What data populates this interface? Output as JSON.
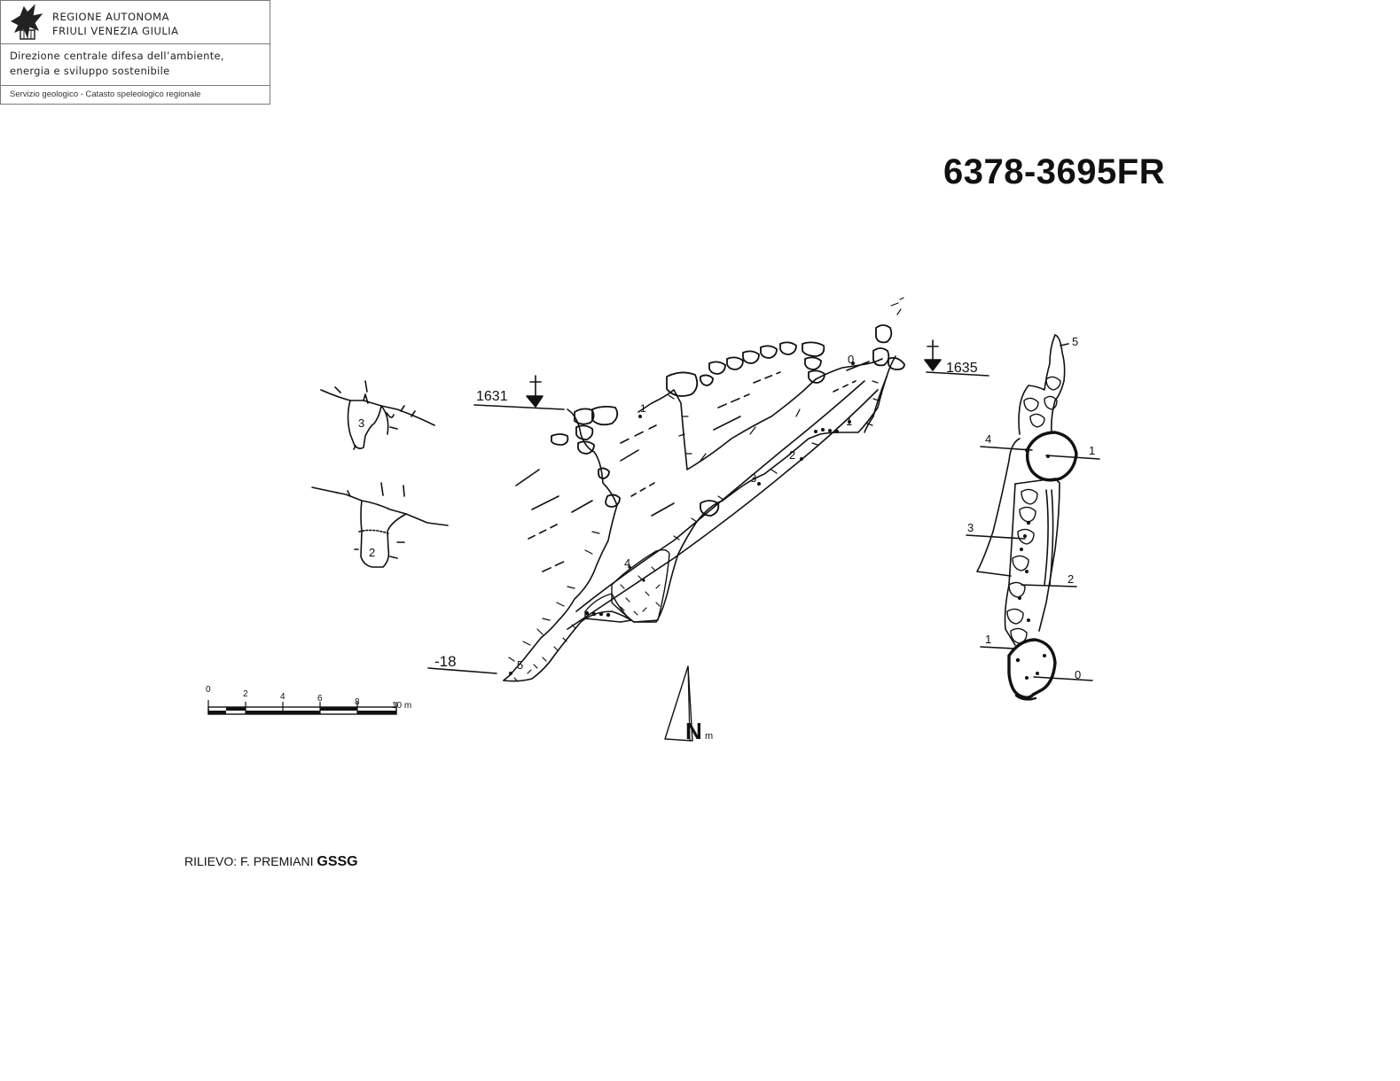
{
  "header": {
    "region_line1": "REGIONE AUTONOMA",
    "region_line2": "FRIULI VENEZIA GIULIA",
    "direction_line1": "Direzione centrale difesa dell’ambiente,",
    "direction_line2": "energia e sviluppo sostenibile",
    "service": "Servizio geologico - Catasto speleologico regionale"
  },
  "cave_code": "6378-3695FR",
  "profile": {
    "entrance_left_elevation": "1631",
    "entrance_right_elevation": "1635",
    "depth_label": "-18",
    "stations": [
      "0",
      "1",
      "2",
      "3",
      "4",
      "5"
    ],
    "upper_station": "1"
  },
  "cross_sections": {
    "section_3": "3",
    "section_2": "2"
  },
  "plan": {
    "stations": [
      "0",
      "1",
      "2",
      "3",
      "4",
      "5"
    ]
  },
  "scale_bar": {
    "ticks": [
      "0",
      "2",
      "4",
      "6",
      "8",
      "10 m"
    ]
  },
  "north_arrow": {
    "letter": "N",
    "sub": "m"
  },
  "credit": {
    "prefix": "RILIEVO:  F. PREMIANI ",
    "group": "GSSG"
  },
  "colors": {
    "ink": "#111111",
    "border": "#7a7a7a"
  }
}
